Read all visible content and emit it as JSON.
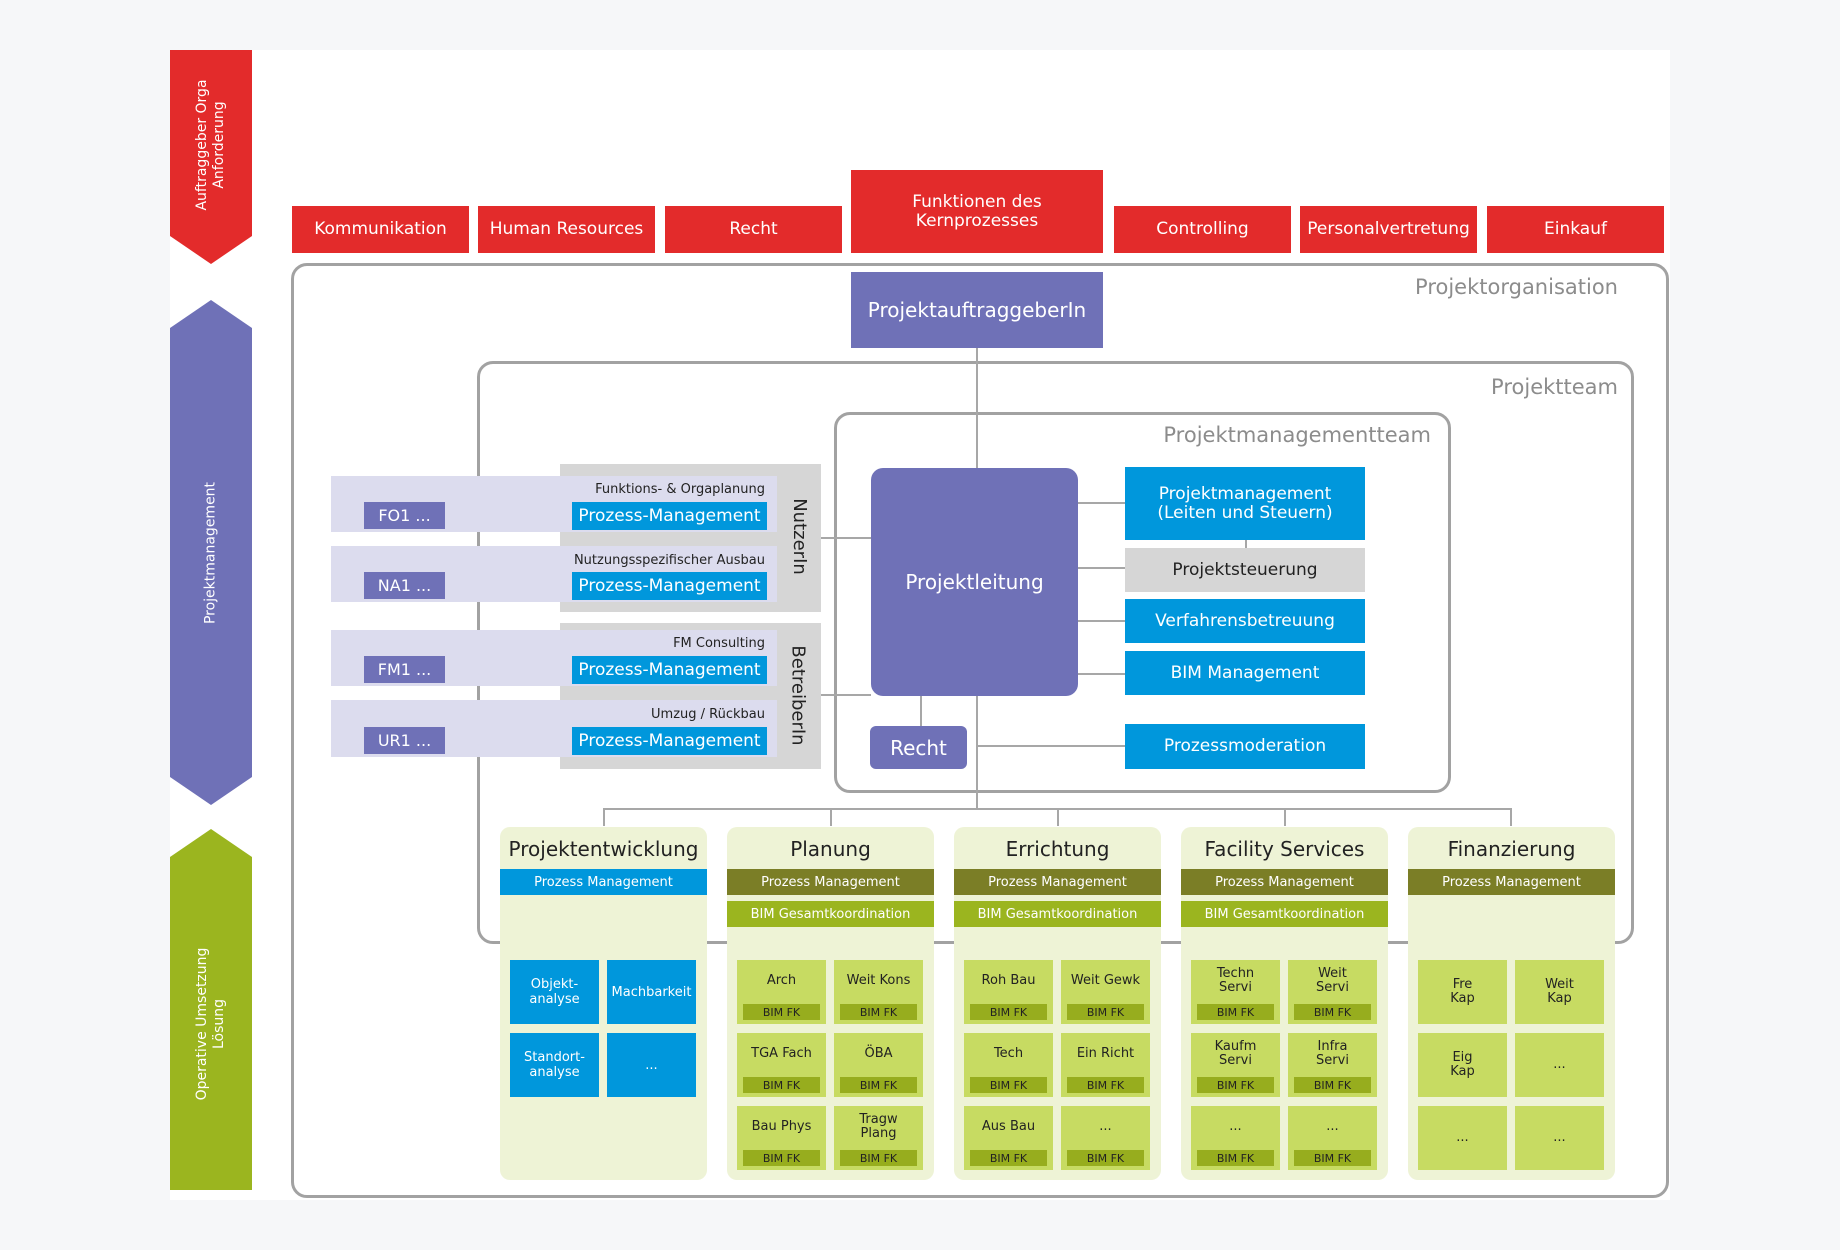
{
  "side_bands": [
    {
      "label": "Auftraggeber Orga\nAnforderung",
      "color": "#e32b2b"
    },
    {
      "label": "Projektmanagement",
      "color": "#6f71b7"
    },
    {
      "label": "Operative Umsetzung\nLösung",
      "color": "#9bb51f"
    }
  ],
  "functions": [
    "Kommunikation",
    "Human Resources",
    "Recht",
    "Funktionen des\nKernprozesses",
    "Controlling",
    "Personalvertretung",
    "Einkauf"
  ],
  "frames": {
    "organisation": "Projektorganisation",
    "team": "Projektteam",
    "pm_team": "Projektmanagementteam"
  },
  "auftraggeber": "ProjektauftraggeberIn",
  "projektleitung": "Projektleitung",
  "recht": "Recht",
  "pm_services": [
    {
      "label": "Projektmanagement\n(Leiten und Steuern)",
      "color": "#0097dc"
    },
    {
      "label": "Projektsteuerung",
      "color": "#d6d6d6"
    },
    {
      "label": "Verfahrensbetreuung",
      "color": "#0097dc"
    },
    {
      "label": "BIM Management",
      "color": "#0097dc"
    },
    {
      "label": "Prozessmoderation",
      "color": "#0097dc"
    }
  ],
  "side_groups": [
    {
      "label": "NutzerIn",
      "items": [
        {
          "tag": "FO1 ...",
          "title": "Funktions- & Orgaplanung",
          "pm": "Prozess-Management"
        },
        {
          "tag": "NA1 ...",
          "title": "Nutzungsspezifischer Ausbau",
          "pm": "Prozess-Management"
        }
      ]
    },
    {
      "label": "BetreiberIn",
      "items": [
        {
          "tag": "FM1 ...",
          "title": "FM Consulting",
          "pm": "Prozess-Management"
        },
        {
          "tag": "UR1 ...",
          "title": "Umzug / Rückbau",
          "pm": "Prozess-Management"
        }
      ]
    }
  ],
  "columns": [
    {
      "title": "Projektentwicklung",
      "bars": [
        "Prozess Management"
      ],
      "cells": [
        {
          "label": "Objekt-\nanalyse",
          "fk": ""
        },
        {
          "label": "Machbarkeit",
          "fk": ""
        },
        {
          "label": "Standort-\nanalyse",
          "fk": ""
        },
        {
          "label": "...",
          "fk": ""
        }
      ]
    },
    {
      "title": "Planung",
      "bars": [
        "Prozess Management",
        "BIM Gesamtkoordination"
      ],
      "cells": [
        {
          "label": "Arch",
          "fk": "BIM FK"
        },
        {
          "label": "Weit Kons",
          "fk": "BIM FK"
        },
        {
          "label": "TGA Fach",
          "fk": "BIM FK"
        },
        {
          "label": "ÖBA",
          "fk": "BIM FK"
        },
        {
          "label": "Bau Phys",
          "fk": "BIM FK"
        },
        {
          "label": "Tragw\nPlang",
          "fk": "BIM FK"
        }
      ]
    },
    {
      "title": "Errichtung",
      "bars": [
        "Prozess Management",
        "BIM Gesamtkoordination"
      ],
      "cells": [
        {
          "label": "Roh Bau",
          "fk": "BIM FK"
        },
        {
          "label": "Weit Gewk",
          "fk": "BIM FK"
        },
        {
          "label": "Tech",
          "fk": "BIM FK"
        },
        {
          "label": "Ein Richt",
          "fk": "BIM FK"
        },
        {
          "label": "Aus Bau",
          "fk": "BIM FK"
        },
        {
          "label": "...",
          "fk": "BIM FK"
        }
      ]
    },
    {
      "title": "Facility Services",
      "bars": [
        "Prozess Management",
        "BIM Gesamtkoordination"
      ],
      "cells": [
        {
          "label": "Techn\nServi",
          "fk": "BIM FK"
        },
        {
          "label": "Weit\nServi",
          "fk": "BIM FK"
        },
        {
          "label": "Kaufm\nServi",
          "fk": "BIM FK"
        },
        {
          "label": "Infra\nServi",
          "fk": "BIM FK"
        },
        {
          "label": "...",
          "fk": "BIM FK"
        },
        {
          "label": "...",
          "fk": "BIM FK"
        }
      ]
    },
    {
      "title": "Finanzierung",
      "bars": [
        "Prozess Management"
      ],
      "cells": [
        {
          "label": "Fre\nKap",
          "fk": ""
        },
        {
          "label": "Weit\nKap",
          "fk": ""
        },
        {
          "label": "Eig\nKap",
          "fk": ""
        },
        {
          "label": "...",
          "fk": ""
        },
        {
          "label": "...",
          "fk": ""
        },
        {
          "label": "...",
          "fk": ""
        }
      ]
    }
  ],
  "colors": {
    "red": "#e32b2b",
    "purple": "#6f71b7",
    "blue": "#0097dc",
    "olive": "#7b7e26",
    "green_bar": "#9bb51f",
    "lime": "#c7db62",
    "pale": "#eef3d6"
  }
}
